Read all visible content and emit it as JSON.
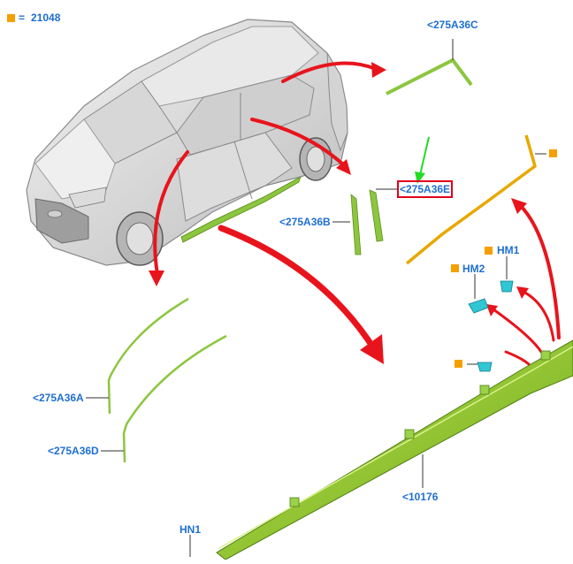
{
  "legend": {
    "equals": "=",
    "code": "21048"
  },
  "callouts": {
    "a36c": "<275A36C",
    "a36e": "<275A36E",
    "a36b": "<275A36B",
    "hm1": "HM1",
    "hm2": "HM2",
    "a36a": "<275A36A",
    "a36d": "<275A36D",
    "p10176": "<10176",
    "hn1": "HN1"
  },
  "colors": {
    "callout_text": "#1f6fd1",
    "marker_square": "#f5a000",
    "part_green": "#8cc63f",
    "part_orange": "#e8a800",
    "clip_cyan": "#31c6d4",
    "arrow_red": "#e8141c",
    "arrow_green": "#22dd22",
    "highlight_box": "#e0001b"
  },
  "icons": {
    "legend": "orange-square-icon",
    "arrows": "red-curved-arrow-icon",
    "pointer": "green-arrow-icon",
    "clips": "push-pin-clip-icon"
  }
}
